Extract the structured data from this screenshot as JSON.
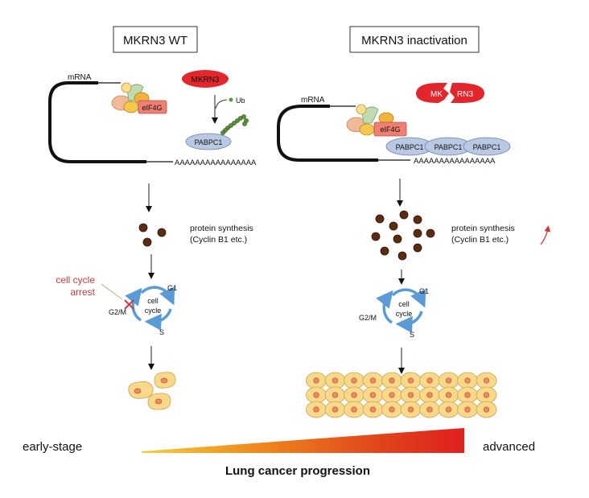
{
  "left_panel": {
    "title": "MKRN3 WT",
    "mrna_label": "mRNA",
    "eif4g_label": "eIF4G",
    "mkrn3_label": "MKRN3",
    "ub_label": "Ub",
    "pabpc1_label": "PABPC1",
    "polya_tail": "AAAAAAAAAAAAAAAA",
    "protein_synthesis_line1": "protein synthesis",
    "protein_synthesis_line2": "(Cyclin B1 etc.)",
    "arrest_line1": "cell cycle",
    "arrest_line2": "arrest",
    "cycle_center_line1": "cell",
    "cycle_center_line2": "cycle",
    "phase_g1": "G1",
    "phase_g2m": "G2/M",
    "phase_s": "S"
  },
  "right_panel": {
    "title": "MKRN3 inactivation",
    "mrna_label": "mRNA",
    "eif4g_label": "eIF4G",
    "mkrn3_broken_left": "MK",
    "mkrn3_broken_right": "RN3",
    "pabpc1_labels": [
      "PABPC1",
      "PABPC1",
      "PABPC1"
    ],
    "polya_tail": "AAAAAAAAAAAAAAAA",
    "protein_synthesis_line1": "protein synthesis",
    "protein_synthesis_line2": "(Cyclin B1 etc.)",
    "cycle_center_line1": "cell",
    "cycle_center_line2": "cycle",
    "phase_g1": "G1",
    "phase_g2m": "G2/M",
    "phase_s": "S"
  },
  "progression": {
    "start_label": "early-stage",
    "end_label": "advanced",
    "title": "Lung cancer progression"
  },
  "colors": {
    "mkrn3_red": "#e3262b",
    "eif4g_fill": "#ef7f73",
    "pabpc1_fill": "#b9c9e4",
    "cycle_blue": "#5b9bd5",
    "arrest_red": "#d0393b",
    "protein_brown": "#5a2d12",
    "cell_fill": "#f8d98a",
    "nucleus_fill": "#ef8a5e",
    "gradient_start": "#f2c230",
    "gradient_end": "#e0201f"
  }
}
